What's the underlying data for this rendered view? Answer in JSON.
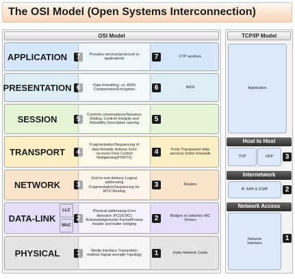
{
  "title": "The OSI Model (Open Systems Interconnection)",
  "osi_header": "OSI Model",
  "tcp_header": "TCP/IP Model",
  "layers": [
    {
      "name": "APPLICATION",
      "number": "7",
      "description": "Provides services/protocols to applications",
      "protocols": "FTP services",
      "color": "#d6e6fb"
    },
    {
      "name": "PRESENTATION",
      "number": "6",
      "description": "Data formatting, i.e. ANSI Compression/Encryption",
      "protocols": "ANSI",
      "color": "#dcedf6"
    },
    {
      "name": "SESSION",
      "number": "5",
      "description": "Controls conversations/Sessions (Dialog, Control) Integrity and Reliability Descriptive naming",
      "protocols": "",
      "color": "#e5f4d6"
    },
    {
      "name": "TRANSPORT",
      "number": "4",
      "description": "Fragmentation/Sequencing of data Reliable delivery Error recovery Flow Control Multiplexing(PORTS)",
      "protocols": "Ports Transparent data services Some Firewalls",
      "color": "#fcefc4"
    },
    {
      "name": "NETWORK",
      "number": "3",
      "description": "End to end delivery Logical addressing Fragmentation/Sequencing for MTU Routing",
      "protocols": "Routers",
      "color": "#f9e3ca"
    },
    {
      "name": "DATA-LINK",
      "number": "2",
      "description": "Physical addressing Error detection (FCS/CRC) Acknowledgements Packet/Frame header and trailer bridging",
      "protocols": "Bridges or switches NIC Drivers",
      "color": "#e5defa",
      "sublayers": [
        "LLC",
        "MAC"
      ]
    },
    {
      "name": "PHYSICAL",
      "number": "1",
      "description": "Media Interface Transmition method Signal strength Topology",
      "protocols": "Hubs Network Cards",
      "color": "#e4e4e4"
    }
  ],
  "tcp": {
    "application": {
      "label": "Application"
    },
    "host_to_host": {
      "header": "Host to Host",
      "tcp": "TCP",
      "udp": "UDP",
      "number": "3"
    },
    "internetwork": {
      "header": "Internetwork",
      "label": "IP, ARP & ICMP",
      "number": "2"
    },
    "network_access": {
      "header": "Network Access",
      "label": "Network Interface",
      "number": "1"
    }
  }
}
